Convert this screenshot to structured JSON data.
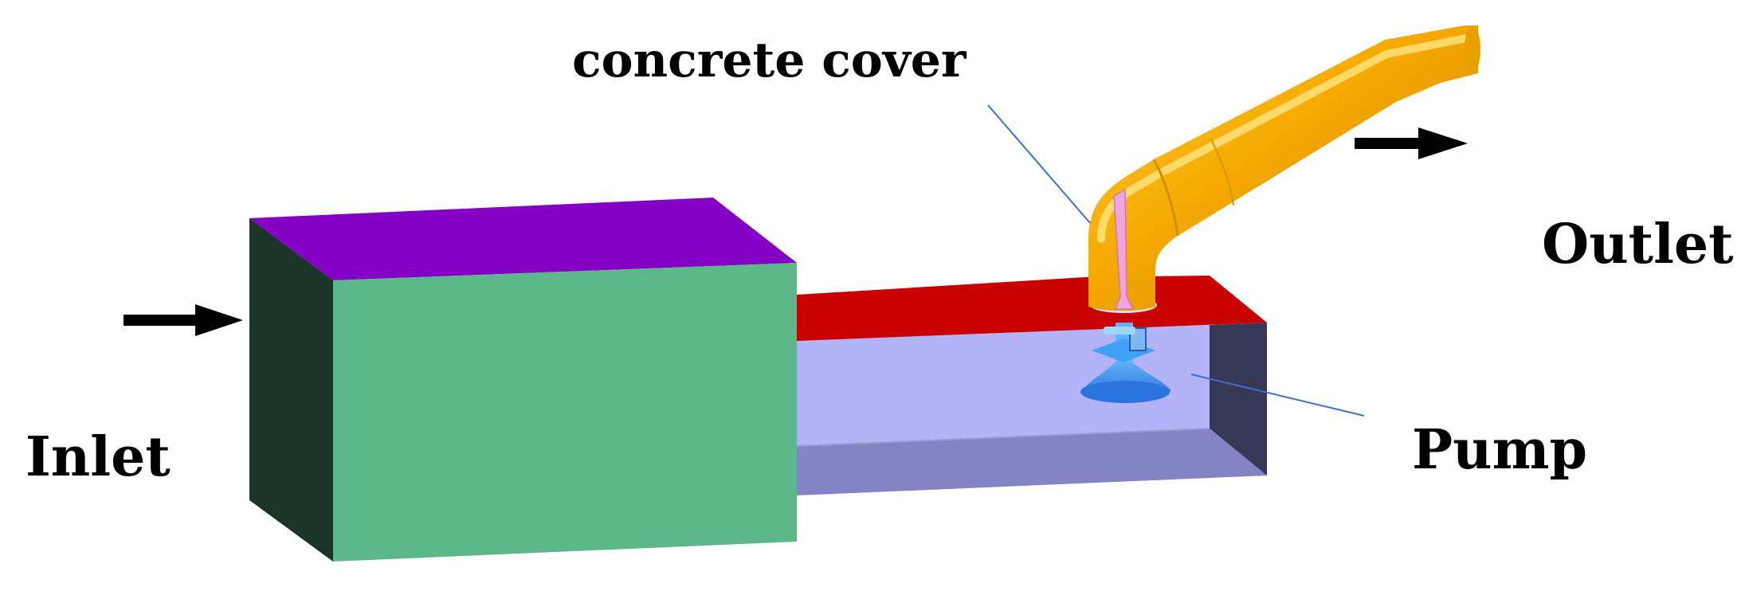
{
  "labels": {
    "concrete_cover": "concrete cover",
    "outlet": "Outlet",
    "inlet": "Inlet",
    "pump": "Pump"
  },
  "colors": {
    "inlet_front": "#5cb88a",
    "inlet_top": "#8400c4",
    "inlet_side": "#1a3428",
    "channel_top": "#c80000",
    "channel_back": "#b3b4f7",
    "channel_floor": "#8483c4",
    "channel_end": "#373856",
    "pipe_base": "#f5a800",
    "pipe_highlight": "#ffd23f",
    "pipe_shadow": "#c58400",
    "concrete_cover": "#f2a6d8",
    "pump": "#2d8ef0",
    "pump_light": "#6cc4ff",
    "arrow": "#000000",
    "leader_line": "#3d6fd1"
  },
  "icons": {
    "inlet_arrow": "arrow-right-icon",
    "outlet_arrow": "arrow-right-icon"
  }
}
